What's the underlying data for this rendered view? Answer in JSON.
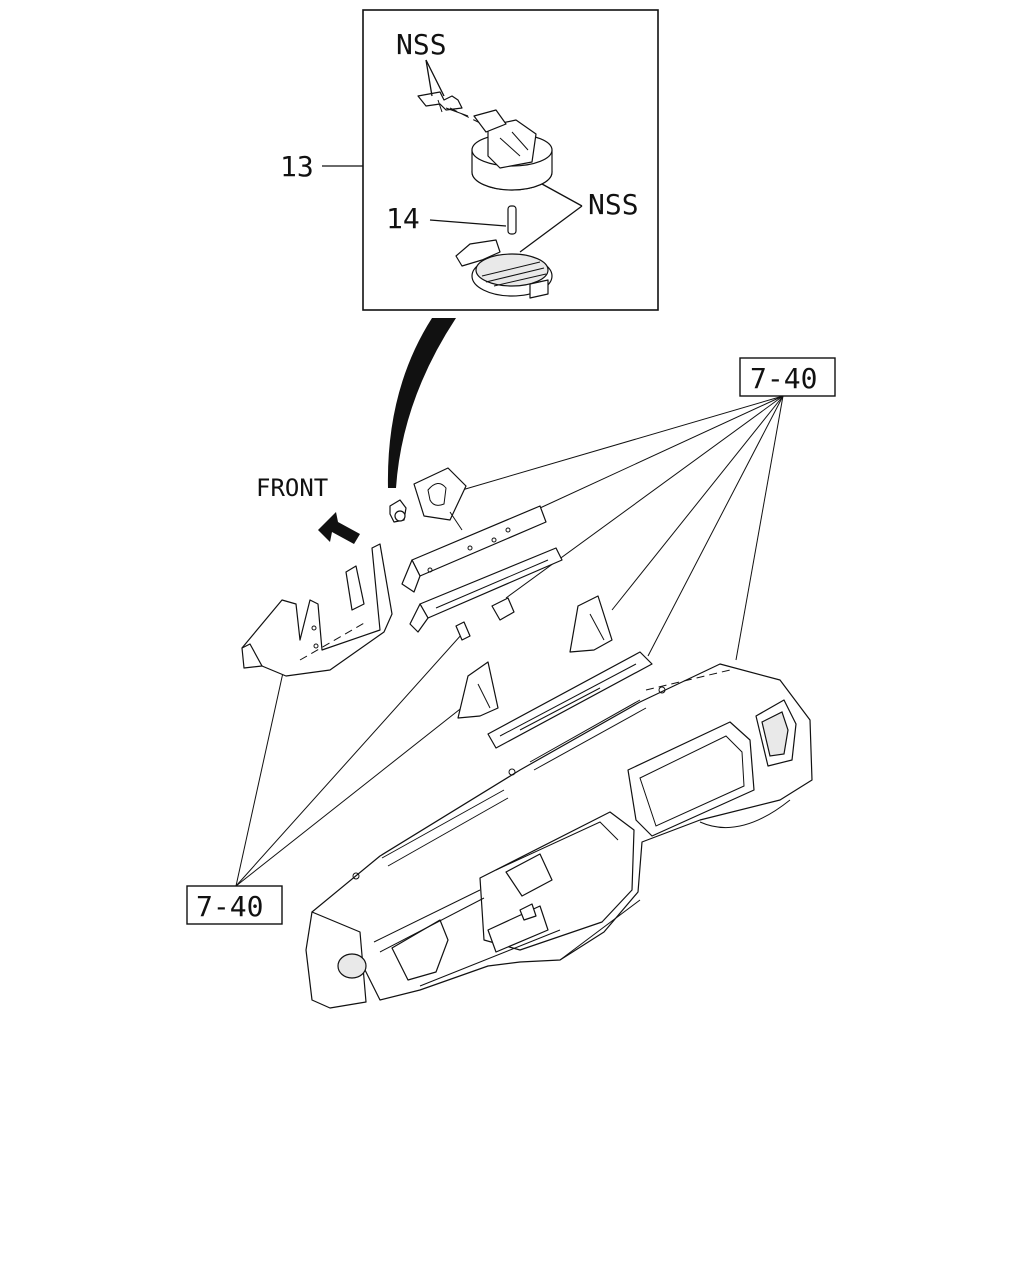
{
  "callouts": {
    "part_13": "13",
    "part_14": "14",
    "nss_top": "NSS",
    "nss_right": "NSS",
    "ref_top": "7-40",
    "ref_bottom": "7-40",
    "front_label": "FRONT"
  },
  "icons": {
    "front_arrow": "arrow-up-left-icon"
  }
}
